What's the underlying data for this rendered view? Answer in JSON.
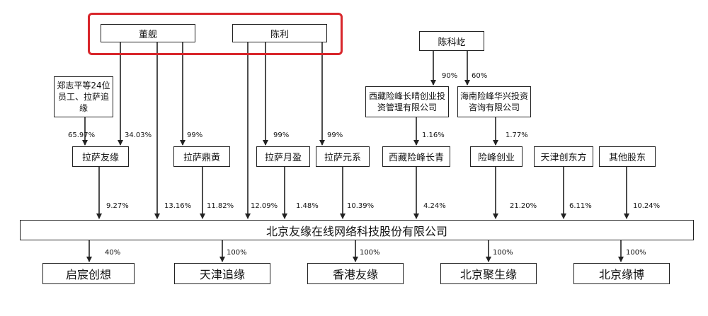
{
  "nodes": {
    "dong_jun": "董舰",
    "chen_li": "陈利",
    "chen_keqi": "陈科屹",
    "zheng": "郑志平等24位员工、拉萨追缘",
    "xizang_changqing_mgmt": "西藏险峰长晴创业投资管理有限公司",
    "hainan": "海南险峰华兴投资咨询有限公司",
    "lasa_youyuan": "拉萨友缘",
    "lasa_dinghuang": "拉萨鼎黄",
    "lasa_yueying": "拉萨月盈",
    "lasa_yuanxi": "拉萨元系",
    "xizang_changqing": "西藏险峰长青",
    "xianfeng": "险峰创业",
    "tianjin_chuangdongfang": "天津创东方",
    "other": "其他股东",
    "main": "北京友缘在线网络科技股份有限公司",
    "qichen": "启宸创想",
    "tianjin_zhuiyuan": "天津追缘",
    "hk_youyuan": "香港友缘",
    "bj_jushengyuan": "北京聚生缘",
    "bj_yuanbo": "北京缘博"
  },
  "edges": {
    "chen_keqi_xizang": "90%",
    "chen_keqi_hainan": "60%",
    "zheng_youyuan": "65.97%",
    "dong_youyuan": "34.03%",
    "dong_dinghuang": "99%",
    "chen_yueying": "99%",
    "chen_yuanxi": "99%",
    "xizangmgmt_changqing": "1.16%",
    "hainan_xianfeng": "1.77%",
    "youyuan_main": "9.27%",
    "dong_main": "13.16%",
    "dinghuang_main": "11.82%",
    "chen_main": "12.09%",
    "yueying_main": "1.48%",
    "yuanxi_main": "10.39%",
    "changqing_main": "4.24%",
    "xianfeng_main": "21.20%",
    "chuangdongfang_main": "6.11%",
    "other_main": "10.24%",
    "main_qichen": "40%",
    "main_tianjin": "100%",
    "main_hk": "100%",
    "main_jushengyuan": "100%",
    "main_yuanbo": "100%"
  },
  "colors": {
    "highlight": "#d8262b",
    "line": "#222222"
  }
}
